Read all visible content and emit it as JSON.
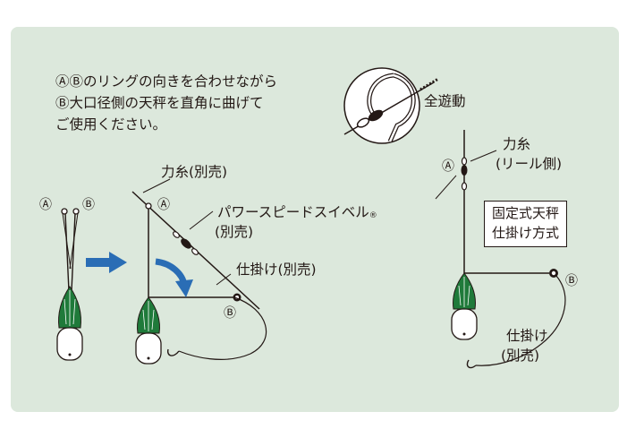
{
  "instructions": {
    "line1": "ⒶⒷのリングの向きを合わせながら",
    "line2": "Ⓑ大口径側の天秤を直角に曲げて",
    "line3": "ご使用ください。"
  },
  "labels": {
    "zen_yudou": "全遊動",
    "chikara_ito_sold_separately": "力糸(別売)",
    "power_speed_swivel": "パワースピードスイベル",
    "registered_mark": "®",
    "swivel_sold_separately": "(別売)",
    "shikake_sold_separately": "仕掛け(別売)",
    "chikara_ito_right": "力糸",
    "reel_side": "(リール側)",
    "shikake_right": "仕掛け",
    "sold_separately_right": "(別売)",
    "marker_a": "Ⓐ",
    "marker_b": "Ⓑ"
  },
  "box": {
    "line1": "固定式天秤",
    "line2": "仕掛け方式"
  },
  "colors": {
    "panel": "#dce8dc",
    "sinker_green": "#1f7a3a",
    "arrow_blue": "#2a6db5",
    "line": "#231815"
  }
}
